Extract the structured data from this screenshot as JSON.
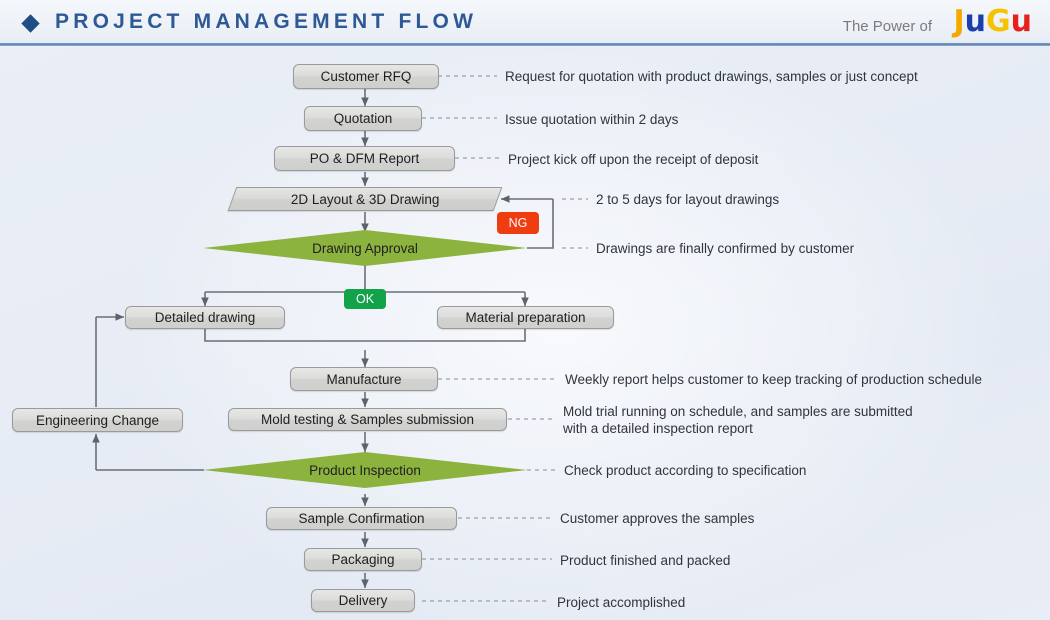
{
  "header": {
    "title": "PROJECT MANAGEMENT FLOW",
    "diamond_icon": "diamond-bullet-icon",
    "tagline": "The Power of",
    "logo_letters": [
      {
        "ch": "J",
        "color": "#F5A800"
      },
      {
        "ch": "u",
        "color": "#1B3EAF"
      },
      {
        "ch": "G",
        "color": "#F5C400"
      },
      {
        "ch": "u",
        "color": "#E8201B"
      }
    ],
    "accent_color": "#2d5a94"
  },
  "colors": {
    "process_fill": "#dcdcda",
    "process_border": "#9a9a9a",
    "decision_fill": "#8DB33F",
    "ng_badge": "#F03C11",
    "ok_badge": "#12A24A",
    "connector": "#6a6f77",
    "background": "#e9eef6"
  },
  "flow": {
    "nodes": [
      {
        "id": "customer-rfq",
        "label": "Customer RFQ",
        "shape": "process"
      },
      {
        "id": "quotation",
        "label": "Quotation",
        "shape": "process"
      },
      {
        "id": "po-dfm-report",
        "label": "PO & DFM Report",
        "shape": "process"
      },
      {
        "id": "2d-3d-drawing",
        "label": "2D Layout & 3D Drawing",
        "shape": "parallelogram"
      },
      {
        "id": "drawing-approval",
        "label": "Drawing Approval",
        "shape": "decision"
      },
      {
        "id": "detailed-drawing",
        "label": "Detailed drawing",
        "shape": "process"
      },
      {
        "id": "material-preparation",
        "label": "Material preparation",
        "shape": "process"
      },
      {
        "id": "manufacture",
        "label": "Manufacture",
        "shape": "process"
      },
      {
        "id": "mold-testing",
        "label": "Mold testing & Samples submission",
        "shape": "process"
      },
      {
        "id": "engineering-change",
        "label": "Engineering Change",
        "shape": "process"
      },
      {
        "id": "product-inspection",
        "label": "Product Inspection",
        "shape": "decision"
      },
      {
        "id": "sample-confirmation",
        "label": "Sample Confirmation",
        "shape": "process"
      },
      {
        "id": "packaging",
        "label": "Packaging",
        "shape": "process"
      },
      {
        "id": "delivery",
        "label": "Delivery",
        "shape": "process"
      }
    ],
    "badges": [
      {
        "id": "ng",
        "label": "NG"
      },
      {
        "id": "ok",
        "label": "OK"
      }
    ],
    "notes": [
      {
        "id": "note-rfq",
        "text": "Request for quotation with product drawings, samples or just concept"
      },
      {
        "id": "note-quotation",
        "text": "Issue quotation within 2 days"
      },
      {
        "id": "note-po",
        "text": "Project kick off upon the receipt of deposit"
      },
      {
        "id": "note-drawing",
        "text": "2 to 5 days for layout drawings"
      },
      {
        "id": "note-approval",
        "text": "Drawings are finally confirmed by customer"
      },
      {
        "id": "note-manufacture",
        "text": "Weekly report helps customer to keep tracking of production schedule"
      },
      {
        "id": "note-mold",
        "text": "Mold trial running on schedule, and samples are submitted\nwith a detailed inspection report"
      },
      {
        "id": "note-inspection",
        "text": "Check product according to specification"
      },
      {
        "id": "note-sample",
        "text": "Customer approves the samples"
      },
      {
        "id": "note-packaging",
        "text": "Product finished and packed"
      },
      {
        "id": "note-delivery",
        "text": "Project accomplished"
      }
    ]
  }
}
